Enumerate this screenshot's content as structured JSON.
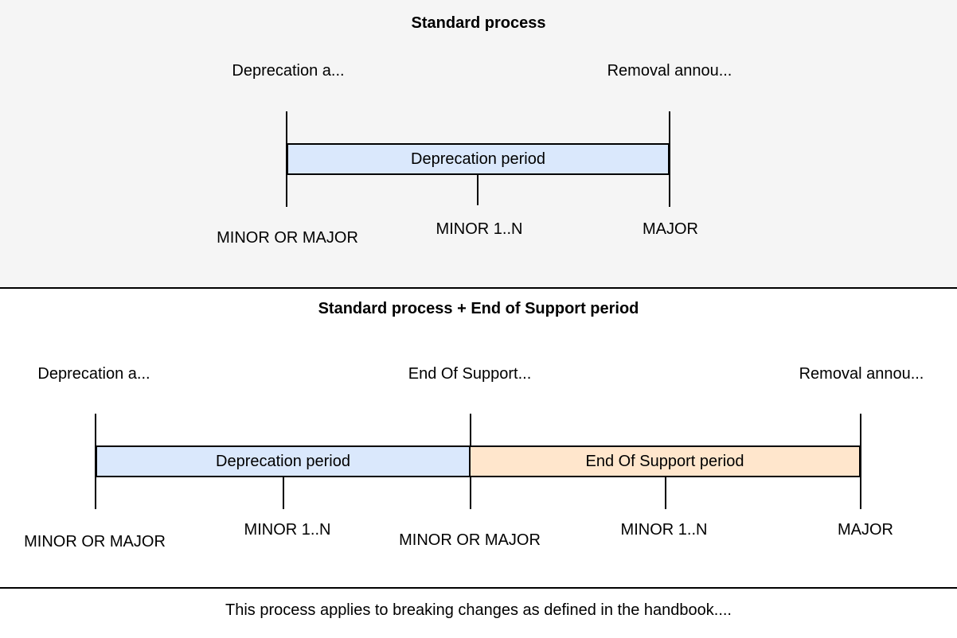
{
  "colors": {
    "panel_bg": "#f5f5f5",
    "deprecation_fill": "#dae8fc",
    "eos_fill": "#ffe6cc",
    "line": "#000000"
  },
  "top_panel": {
    "title": "Standard process",
    "milestones": [
      "Deprecation a...",
      "Removal annou..."
    ],
    "bar_label": "Deprecation period",
    "versions": [
      "MINOR OR MAJOR",
      "MINOR 1..N",
      "MAJOR"
    ]
  },
  "bottom_panel": {
    "title": "Standard process + End of Support period",
    "milestones": [
      "Deprecation a...",
      "End Of Support...",
      "Removal annou..."
    ],
    "bars": [
      "Deprecation period",
      "End Of Support period"
    ],
    "versions": [
      "MINOR OR MAJOR",
      "MINOR 1..N",
      "MINOR OR MAJOR",
      "MINOR 1..N",
      "MAJOR"
    ]
  },
  "footer": {
    "note": "This process applies to breaking changes as defined in the handbook...."
  }
}
